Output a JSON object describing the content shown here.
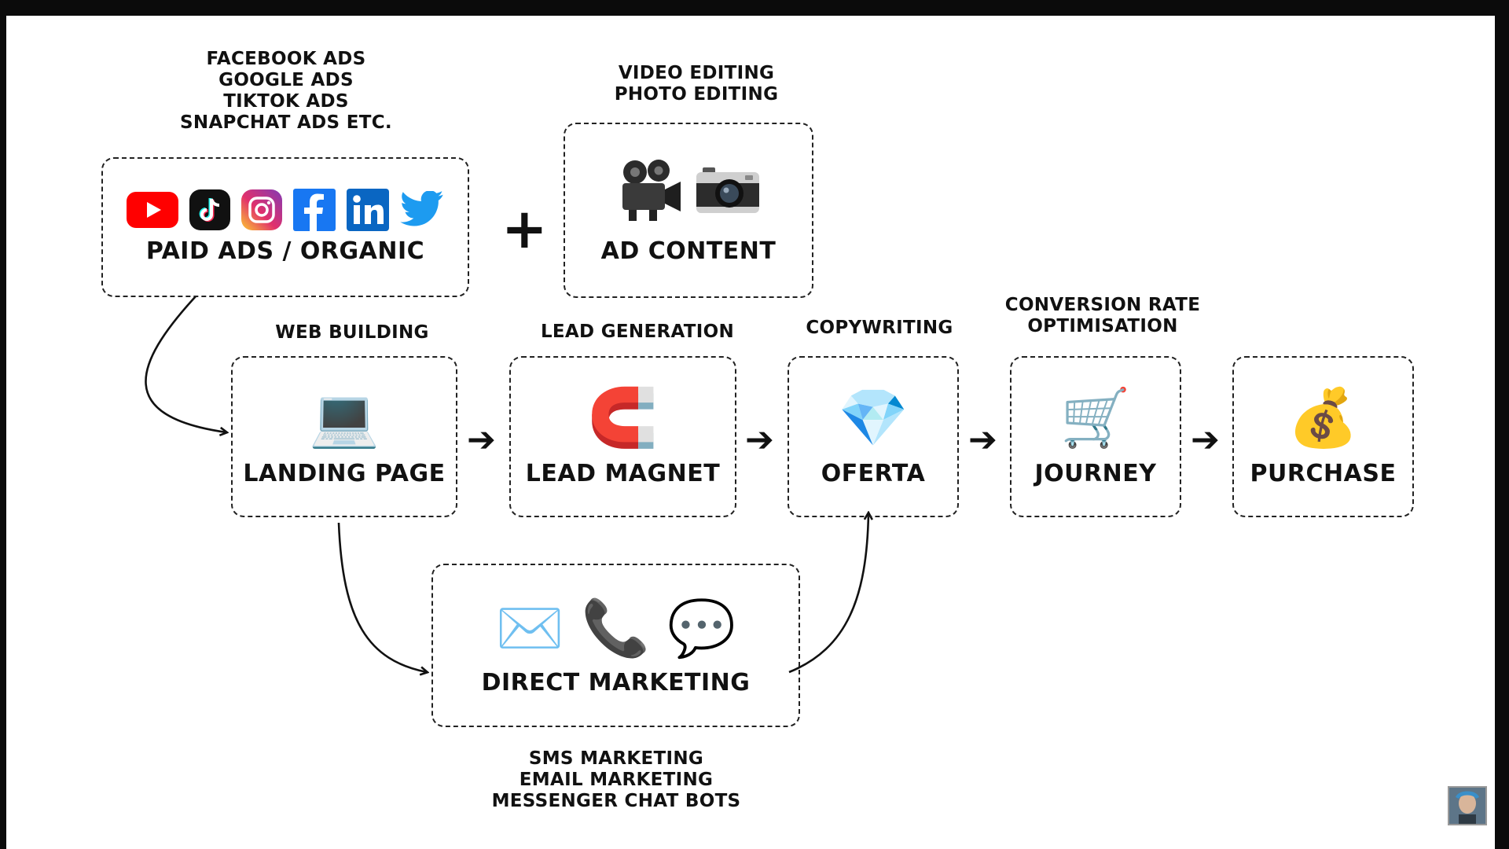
{
  "paid": {
    "caption": [
      "FACEBOOK ADS",
      "GOOGLE ADS",
      "TIKTOK ADS",
      "SNAPCHAT ADS ETC."
    ],
    "label": "PAID ADS / ORGANIC",
    "icons": [
      "youtube-icon",
      "tiktok-icon",
      "instagram-icon",
      "facebook-icon",
      "linkedin-icon",
      "twitter-icon"
    ]
  },
  "plus_symbol": "+",
  "content": {
    "caption": [
      "VIDEO EDITING",
      "PHOTO EDITING"
    ],
    "label": "AD CONTENT",
    "icons": [
      "movie-camera-icon",
      "photo-camera-icon"
    ]
  },
  "flow": [
    {
      "caption": [
        "WEB BUILDING"
      ],
      "label": "LANDING PAGE",
      "icon": "laptop-icon",
      "glyph": "💻"
    },
    {
      "caption": [
        "LEAD GENERATION"
      ],
      "label": "LEAD MAGNET",
      "icon": "magnet-icon",
      "glyph": "🧲"
    },
    {
      "caption": [
        "COPYWRITING"
      ],
      "label": "OFERTA",
      "icon": "diamond-icon",
      "glyph": "💎"
    },
    {
      "caption": [
        "CONVERSION RATE",
        "OPTIMISATION"
      ],
      "label": "JOURNEY",
      "icon": "shopping-cart-icon",
      "glyph": "🛒"
    },
    {
      "caption": [],
      "label": "PURCHASE",
      "icon": "money-bag-icon",
      "glyph": "💰"
    }
  ],
  "arrow_symbol": "➔",
  "direct": {
    "label": "DIRECT MARKETING",
    "caption": [
      "SMS MARKETING",
      "EMAIL MARKETING",
      "MESSENGER CHAT BOTS"
    ],
    "icons": [
      "envelope-icon",
      "telephone-icon",
      "speech-bubble-icon"
    ],
    "glyphs": [
      "✉️",
      "📞",
      "💬"
    ]
  },
  "colors": {
    "background": "#ffffff",
    "text": "#111111",
    "youtube": "#ff0000",
    "facebook": "#1877f2",
    "linkedin": "#0a66c2",
    "twitter": "#1d9bf0",
    "tiktok": "#111111"
  }
}
